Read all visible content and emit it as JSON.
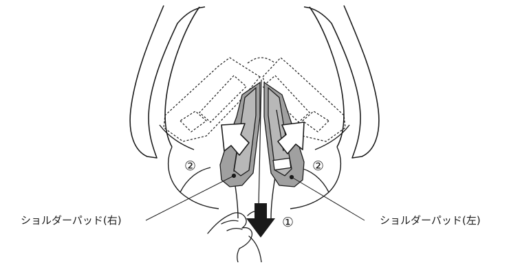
{
  "callouts": {
    "right_pad_label": "ショルダーパッド(右)",
    "left_pad_label": "ショルダーパッド(左)"
  },
  "steps": {
    "step_pull": "①",
    "step_left_side": "②",
    "step_right_side": "②"
  },
  "colors": {
    "line": "#1a1a1a",
    "pad_fill": "#a0a0a0",
    "pad_inner": "#b8b8b8",
    "arrow_fill": "#ffffff",
    "down_arrow": "#1a1a1a"
  }
}
